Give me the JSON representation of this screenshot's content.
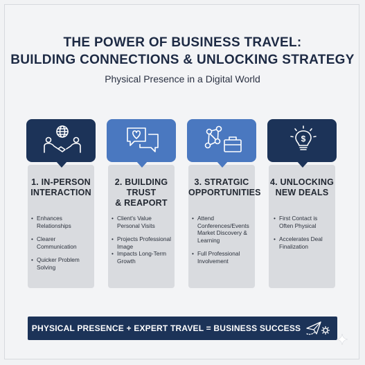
{
  "header": {
    "title_line1": "THE POWER OF BUSINESS TRAVEL:",
    "title_line2": "BUILDING CONNECTIONS & UNLOCKING STRATEGY",
    "subtitle": "Physical Presence in a Digital World"
  },
  "colors": {
    "navy": "#1c3358",
    "blue": "#4a78c0",
    "card_gray": "#d9dbdf",
    "background": "#f3f4f6"
  },
  "columns": [
    {
      "icon": "globe-handshake-icon",
      "heading_line1": "1. IN-PERSON",
      "heading_line2": "INTERACTION",
      "bullets": [
        "Enhances Relationships",
        "Clearer Communication",
        "Quicker Problem Solving"
      ]
    },
    {
      "icon": "chat-bubbles-heart-icon",
      "heading_line1": "2. BUILDING TRUST",
      "heading_line2": "& REAPORT",
      "bullets": [
        "Client's Value",
        "Personal Visits",
        "Projects Professional Image",
        "Impacts Long-Term Growth"
      ]
    },
    {
      "icon": "network-briefcase-icon",
      "heading_line1": "3. STRATGIC",
      "heading_line2": "OPPORTUNITIES",
      "bullets": [
        "Attend Conferences/Events",
        "Market Discovery & Learning",
        "Full Professional",
        "Involvement"
      ]
    },
    {
      "icon": "lightbulb-dollar-icon",
      "heading_line1": "4. UNLOCKING",
      "heading_line2": "NEW DEALS",
      "bullets": [
        "First Contact is",
        "Often Physical",
        "Accelerates Deal",
        "Finalization"
      ]
    }
  ],
  "banner": {
    "text": "PHYSICAL PRESENCE + EXPERT TRAVEL = BUSINESS SUCCESS",
    "icon": "paper-plane-gear-icon"
  }
}
